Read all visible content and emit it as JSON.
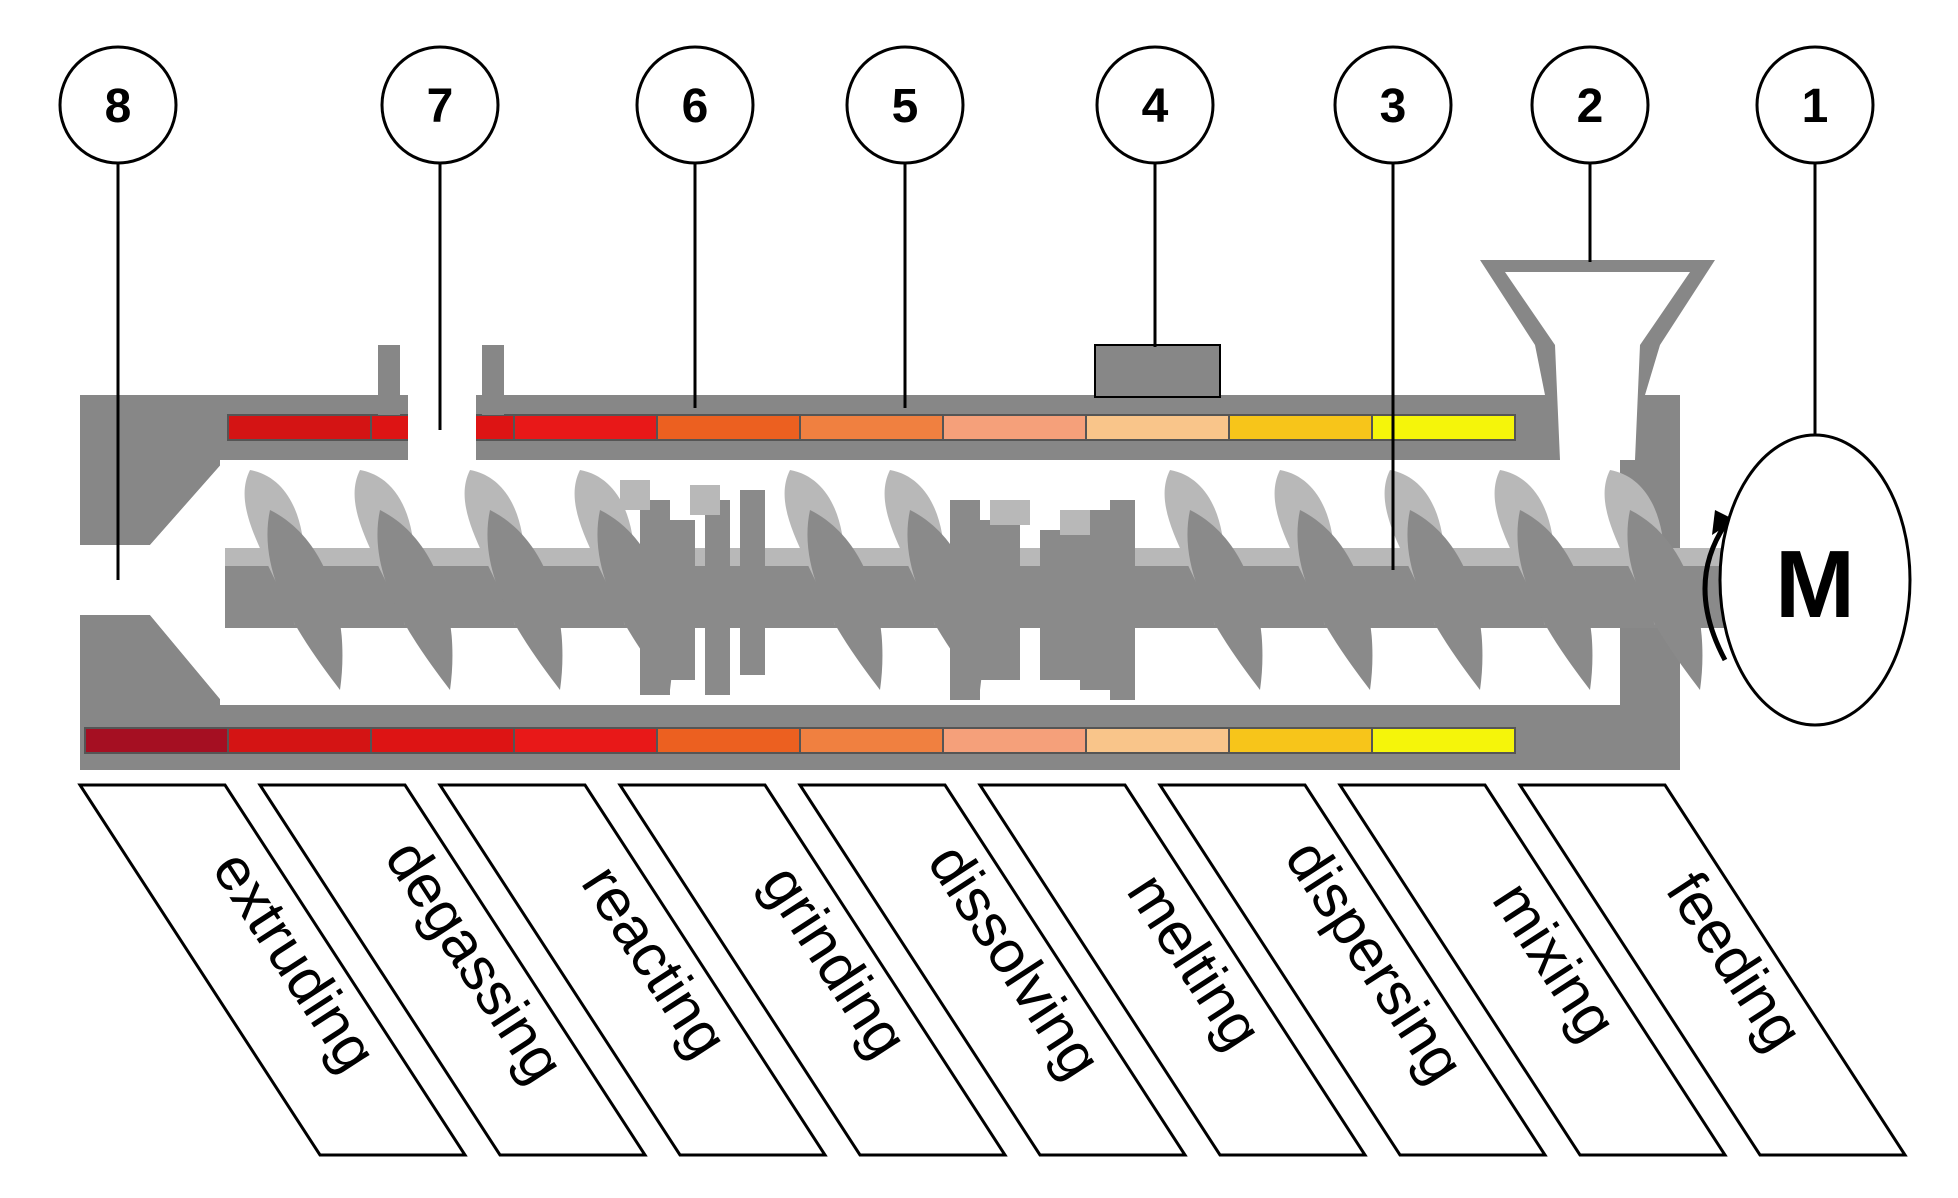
{
  "callouts": [
    "1",
    "2",
    "3",
    "4",
    "5",
    "6",
    "7",
    "8"
  ],
  "motor_label": "M",
  "process_steps": [
    "feeding",
    "mixing",
    "dispersing",
    "melting",
    "dissolving",
    "grinding",
    "reacting",
    "degassing",
    "extruding"
  ],
  "zone_colors": [
    "#f5f50a",
    "#f7c51a",
    "#f9c58a",
    "#f5a07a",
    "#f08040",
    "#ec6020",
    "#e81818",
    "#dd1414",
    "#d41414",
    "#a50f22"
  ],
  "colors": {
    "barrel": "#878787",
    "screw_dark": "#8a8a8a",
    "screw_light": "#b8b8b8",
    "line": "#000000",
    "background": "#ffffff"
  }
}
